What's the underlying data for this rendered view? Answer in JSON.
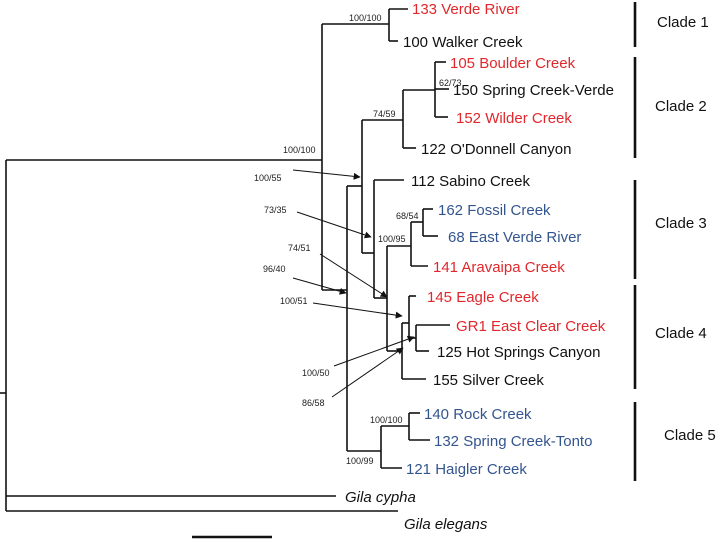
{
  "colors": {
    "red": "#e0282c",
    "blue": "#33558f",
    "black": "#111111"
  },
  "taxa": [
    {
      "label": "133 Verde River",
      "color": "red"
    },
    {
      "label": "100 Walker Creek",
      "color": "black"
    },
    {
      "label": "105 Boulder Creek",
      "color": "red"
    },
    {
      "label": "150 Spring Creek-Verde",
      "color": "black"
    },
    {
      "label": "152 Wilder Creek",
      "color": "red"
    },
    {
      "label": "122 O'Donnell Canyon",
      "color": "black"
    },
    {
      "label": "112 Sabino Creek",
      "color": "black"
    },
    {
      "label": "162 Fossil Creek",
      "color": "blue"
    },
    {
      "label": "68 East Verde River",
      "color": "blue"
    },
    {
      "label": "141 Aravaipa Creek",
      "color": "red"
    },
    {
      "label": "145 Eagle Creek",
      "color": "red"
    },
    {
      "label": "GR1 East Clear Creek",
      "color": "red"
    },
    {
      "label": "125 Hot Springs Canyon",
      "color": "black"
    },
    {
      "label": "155 Silver Creek",
      "color": "black"
    },
    {
      "label": "140 Rock Creek",
      "color": "blue"
    },
    {
      "label": "132 Spring Creek-Tonto",
      "color": "blue"
    },
    {
      "label": "121 Haigler Creek",
      "color": "blue"
    },
    {
      "label": "Gila cypha",
      "color": "black",
      "italic": true
    },
    {
      "label": "Gila elegans",
      "color": "black",
      "italic": true
    }
  ],
  "support": [
    "100/100",
    "62/73",
    "74/59",
    "100/100",
    "100/55",
    "68/54",
    "73/35",
    "100/95",
    "74/51",
    "96/40",
    "100/51",
    "100/50",
    "86/58",
    "100/100",
    "100/99"
  ],
  "clades": [
    "Clade 1",
    "Clade 2",
    "Clade 3",
    "Clade 4",
    "Clade 5"
  ]
}
